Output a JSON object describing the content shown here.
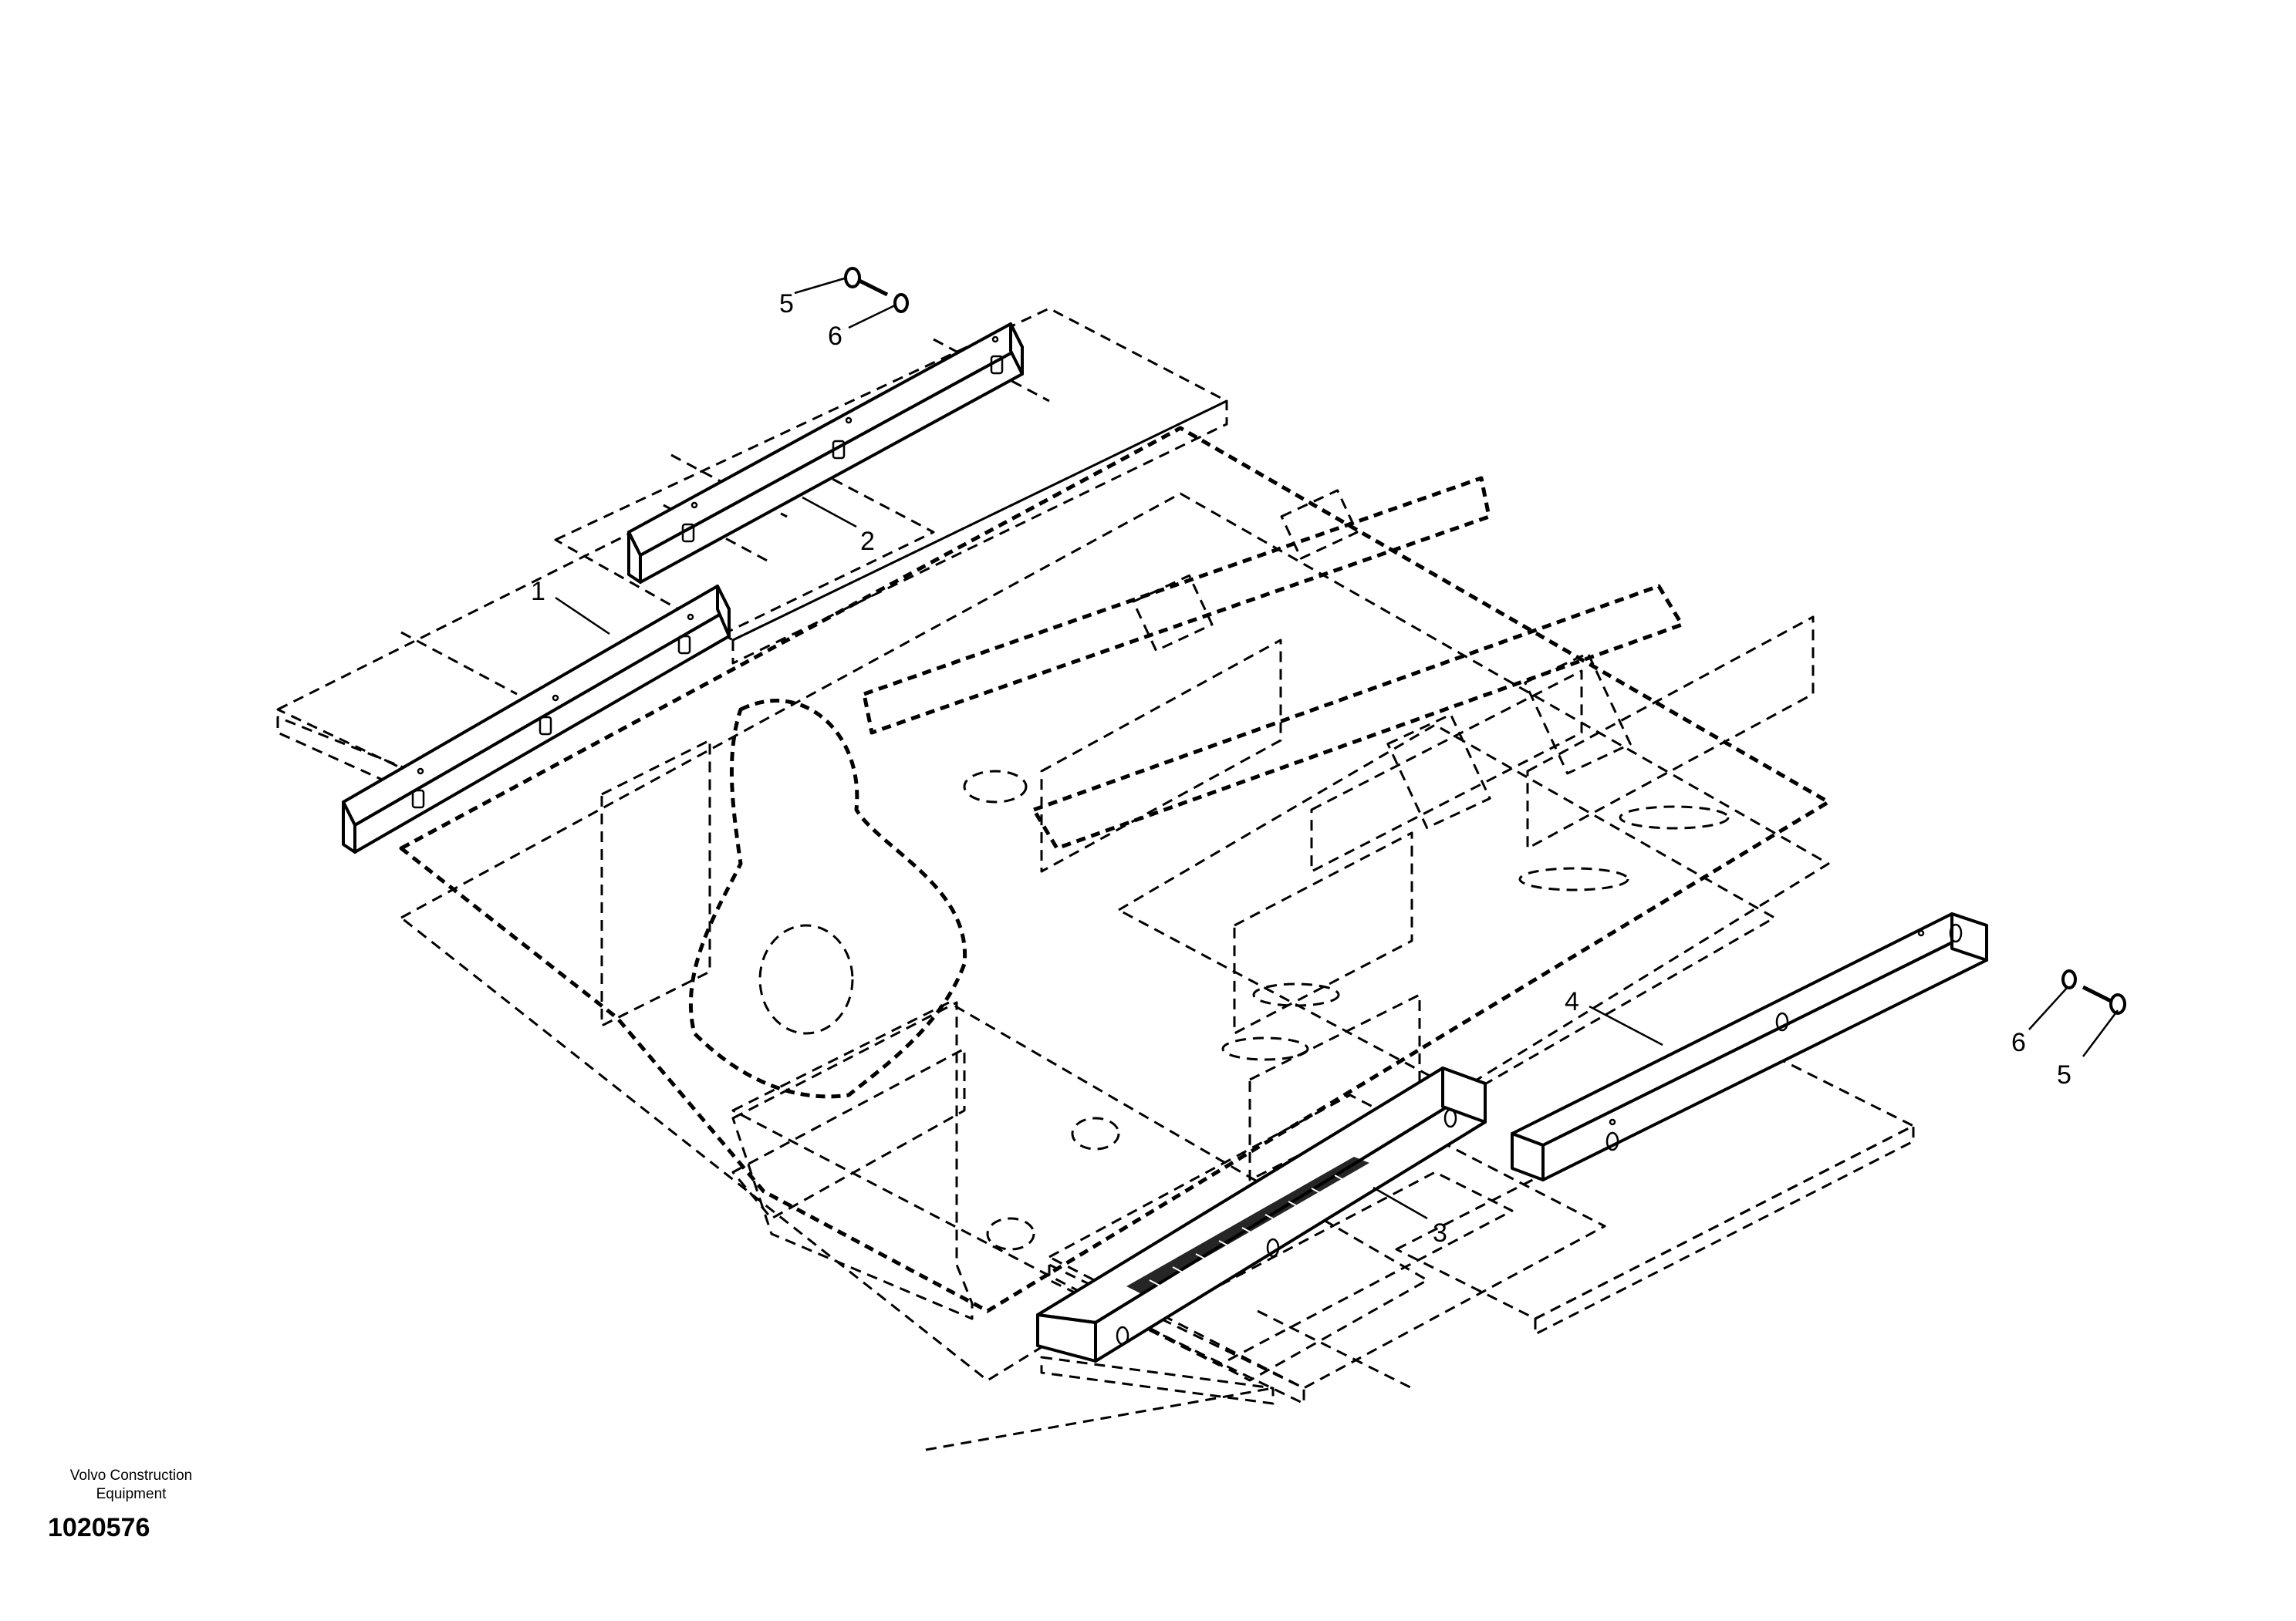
{
  "callouts": {
    "c1": "1",
    "c2": "2",
    "c3": "3",
    "c4": "4",
    "c5_top": "5",
    "c6_top": "6",
    "c6_right": "6",
    "c5_right": "5"
  },
  "footer": {
    "manufacturer": "Volvo Construction\nEquipment",
    "drawing_number": "1020576"
  }
}
